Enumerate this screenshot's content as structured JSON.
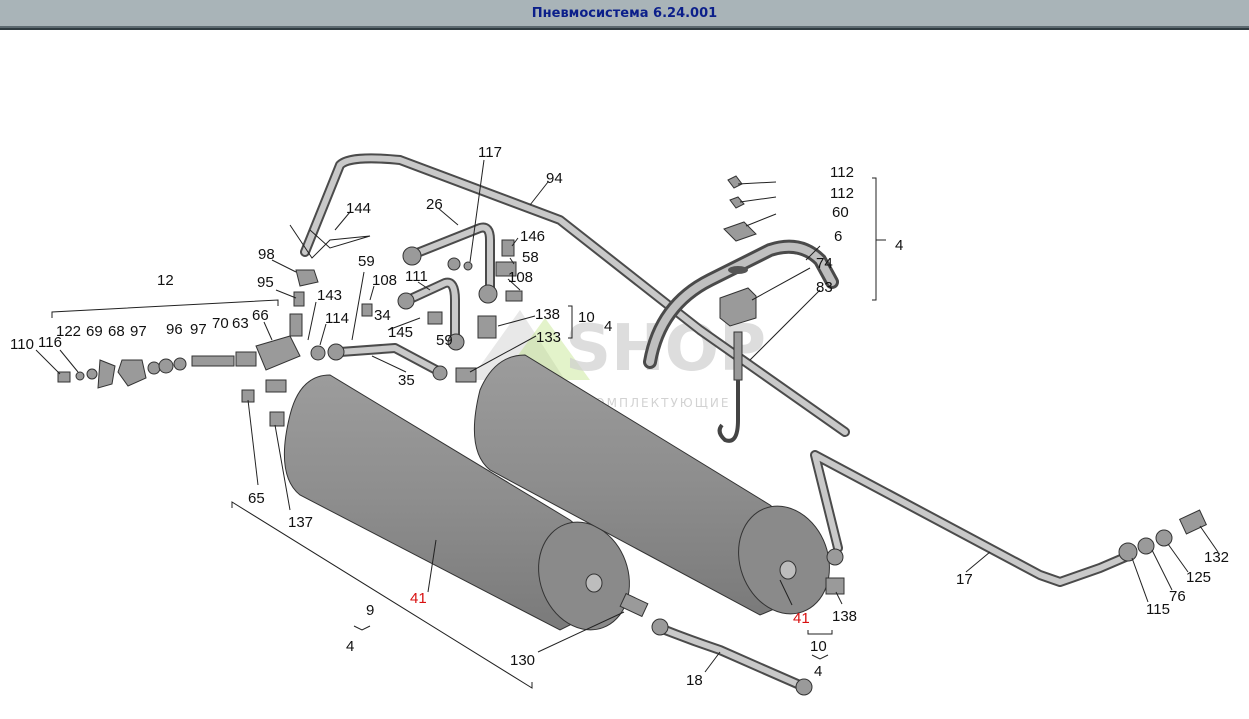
{
  "window": {
    "title": "Пневмосистема 6.24.001"
  },
  "watermark": {
    "brand": "SHOP",
    "tagline": "ЗАПЧАСТИ И КОМПЛЕКТУЮЩИЕ"
  },
  "colors": {
    "title_text": "#0b1f8a",
    "titlebar_bg": "#a9b4b8",
    "highlight_label": "#d81010"
  },
  "callouts": {
    "c117": "117",
    "c94": "94",
    "c144": "144",
    "c26": "26",
    "c146": "146",
    "c58": "58",
    "c108a": "108",
    "c98": "98",
    "c59a": "59",
    "c108b": "108",
    "c111": "111",
    "c12": "12",
    "c95": "95",
    "c143": "143",
    "c138a": "138",
    "c10a": "10",
    "c4a": "4",
    "c114": "114",
    "c34": "34",
    "c133": "133",
    "c145": "145",
    "c59b": "59",
    "c110": "110",
    "c116": "116",
    "c122": "122",
    "c69": "69",
    "c68": "68",
    "c97a": "97",
    "c96": "96",
    "c97b": "97",
    "c70": "70",
    "c63": "63",
    "c66": "66",
    "c35": "35",
    "c112a": "112",
    "c112b": "112",
    "c60": "60",
    "c6": "6",
    "c4b": "4",
    "c74": "74",
    "c83": "83",
    "c65": "65",
    "c137": "137",
    "c41a": "41",
    "c41b": "41",
    "c9": "9",
    "c4c": "4",
    "c130": "130",
    "c18": "18",
    "c138b": "138",
    "c10b": "10",
    "c4d": "4",
    "c17": "17",
    "c132": "132",
    "c125": "125",
    "c76": "76",
    "c115": "115"
  }
}
